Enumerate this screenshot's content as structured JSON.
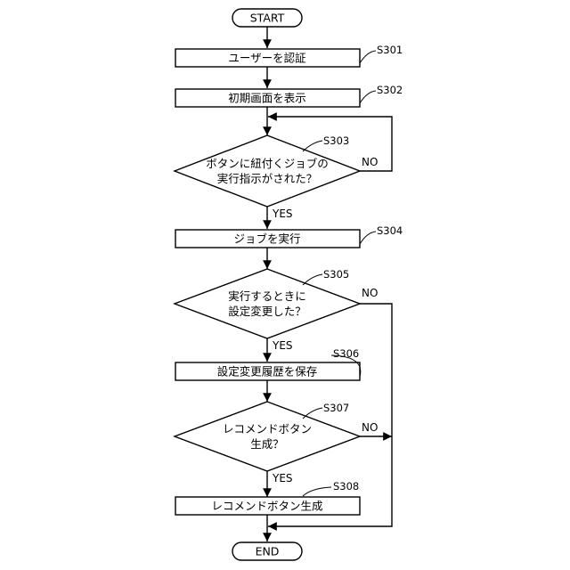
{
  "flowchart": {
    "start": "START",
    "end": "END",
    "steps": [
      {
        "id": "S301",
        "text": "ユーザーを認証"
      },
      {
        "id": "S302",
        "text": "初期画面を表示"
      },
      {
        "id": "S303",
        "line1": "ボタンに紐付くジョブの",
        "line2": "実行指示がされた？"
      },
      {
        "id": "S304",
        "text": "ジョブを実行"
      },
      {
        "id": "S305",
        "line1": "実行するときに",
        "line2": "設定変更した？"
      },
      {
        "id": "S306",
        "text": "設定変更履歴を保存"
      },
      {
        "id": "S307",
        "line1": "レコメンドボタン",
        "line2": "生成？"
      },
      {
        "id": "S308",
        "text": "レコメンドボタン生成"
      }
    ],
    "yes_label": "YES",
    "no_label": "NO"
  }
}
